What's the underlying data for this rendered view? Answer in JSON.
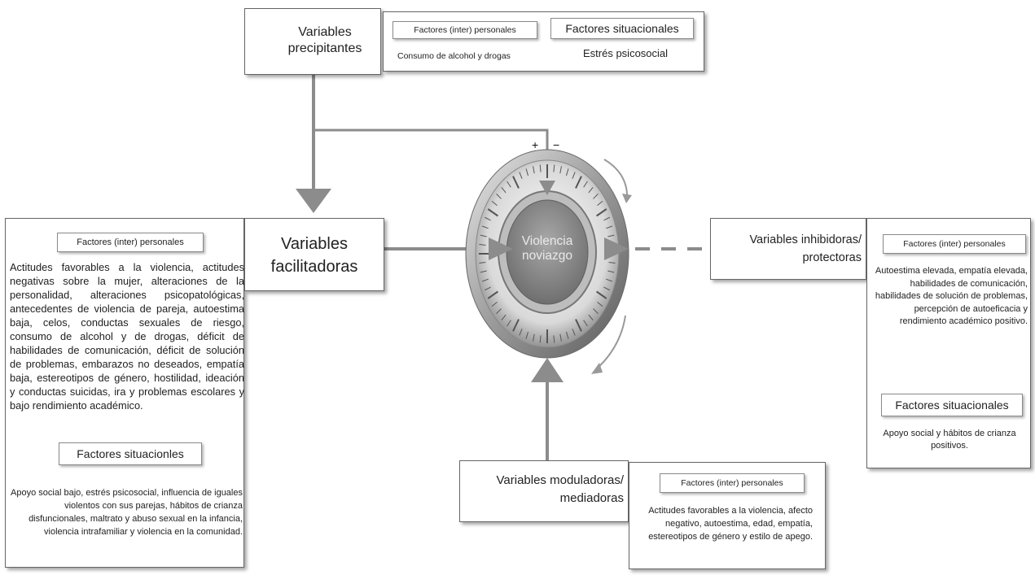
{
  "precipitantes": {
    "title": "Variables\nprecipitantes",
    "personal_tag": "Factores (inter) personales",
    "situacional_tag": "Factores situacionales",
    "personal_text": "Consumo de alcohol y drogas",
    "situacional_text": "Estrés psicosocial"
  },
  "facilitadoras": {
    "title": "Variables\nfacilitadoras",
    "personal_tag": "Factores (inter) personales",
    "personal_text": "Actitudes favorables a la violencia, actitudes negativas sobre la mujer, alteraciones de la personalidad, alteraciones psicopatológicas, antecedentes de violencia de pareja, autoestima baja, celos, conductas sexuales de riesgo, consumo de alcohol y de drogas, déficit de habilidades de comunicación, déficit de solución de problemas, embarazos no deseados, empatía baja, estereotipos de género, hostilidad, ideación y conductas suicidas, ira y problemas escolares y bajo rendimiento académico.",
    "situacional_tag": "Factores situacionles",
    "situacional_text": "Apoyo social bajo, estrés psicosocial, influencia de iguales violentos con sus parejas, hábitos de crianza disfuncionales, maltrato y abuso sexual en la infancia, violencia intrafamiliar y violencia en la comunidad."
  },
  "center": {
    "label": "Violencia\nnoviazgo",
    "plus": "+",
    "minus": "−"
  },
  "inhibidoras": {
    "title": "Variables inhibidoras/\nprotectoras",
    "personal_tag": "Factores (inter) personales",
    "personal_text": "Autoestima elevada, empatía elevada, habilidades de comunicación, habilidades de solución de problemas, percepción de autoeficacia y rendimiento académico positivo.",
    "situacional_tag": "Factores situacionales",
    "situacional_text": "Apoyo social y hábitos de crianza positivos."
  },
  "moduladoras": {
    "title": "Variables moduladoras/\nmediadoras",
    "personal_tag": "Factores (inter) personales",
    "personal_text": "Actitudes favorables a la violencia, afecto negativo, autoestima, edad, empatía, estereotipos de género y estilo de apego."
  },
  "colors": {
    "arrow": "#8c8c8c",
    "border": "#666666",
    "dial_face": "#8f8f8f"
  }
}
